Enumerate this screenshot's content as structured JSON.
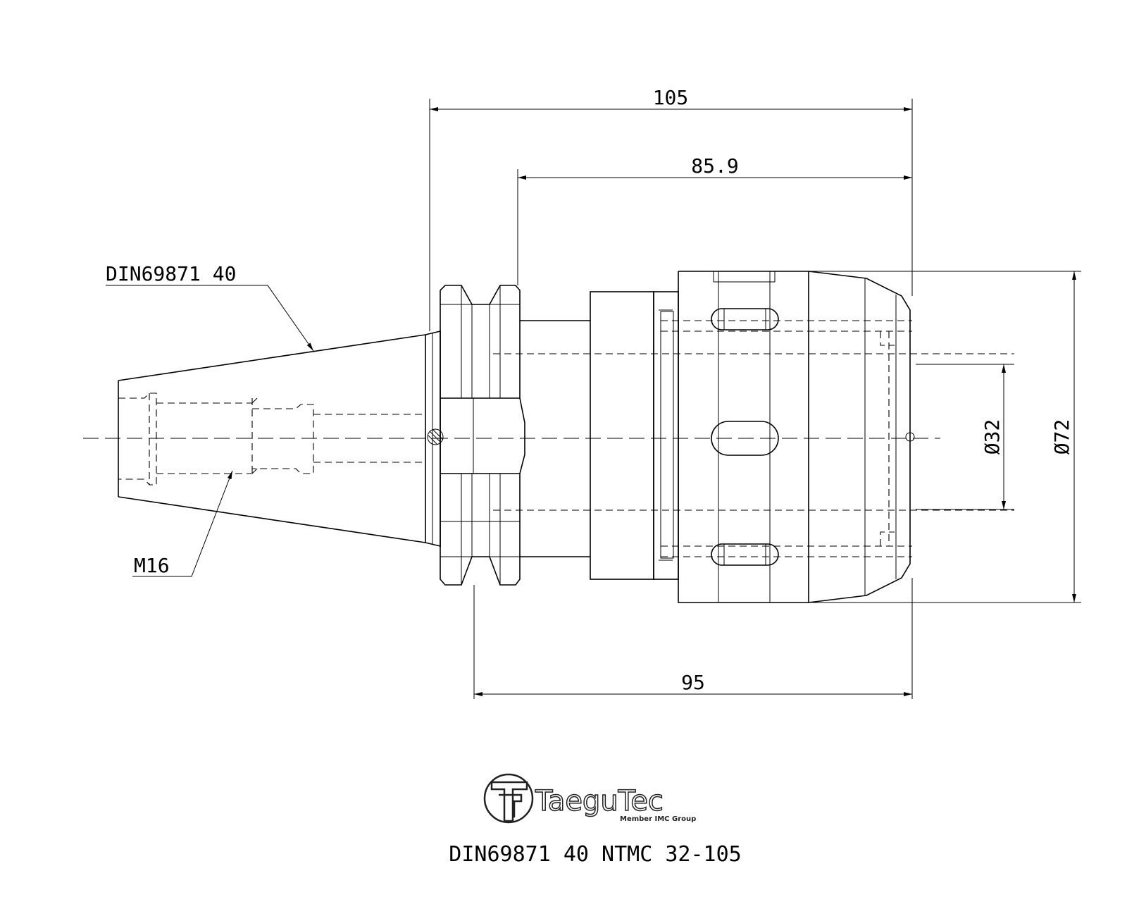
{
  "dimensions": {
    "overall_length": "105",
    "body_length": "85.9",
    "gauge_length": "95",
    "bore_diameter": "Ø32",
    "outer_diameter": "Ø72"
  },
  "callouts": {
    "taper": "DIN69871 40",
    "thread": "M16"
  },
  "logo": {
    "brand": "TaeguTec",
    "tagline": "Member IMC Group"
  },
  "title": "DIN69871 40 NTMC 32-105"
}
